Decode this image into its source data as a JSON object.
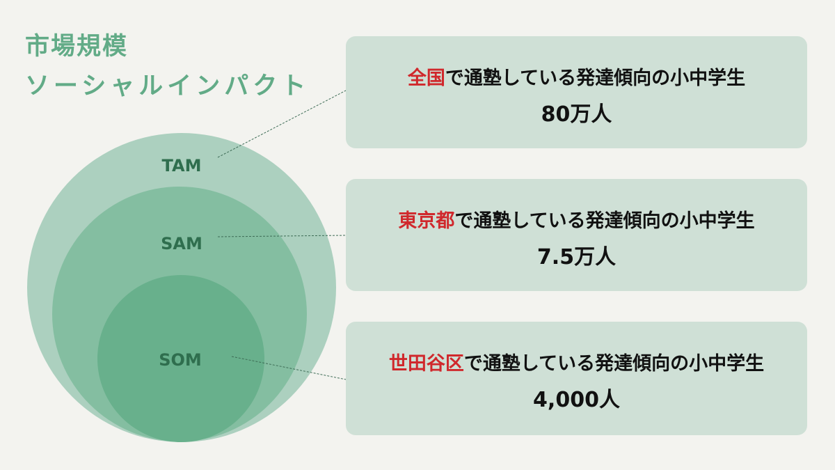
{
  "title": {
    "line1": "市場規模",
    "line2": "ソーシャルインパクト"
  },
  "circles": [
    {
      "label": "TAM",
      "color": "#acd0bf"
    },
    {
      "label": "SAM",
      "color": "#84bea1"
    },
    {
      "label": "SOM",
      "color": "#68b08c"
    }
  ],
  "boxes": [
    {
      "region": "全国",
      "text": "で通塾している発達傾向の小中学生",
      "value": "80万人"
    },
    {
      "region": "東京都",
      "text": "で通塾している発達傾向の小中学生",
      "value": "7.5万人"
    },
    {
      "region": "世田谷区",
      "text": "で通塾している発達傾向の小中学生",
      "value": "4,000人"
    }
  ],
  "colors": {
    "accent": "#62ab87",
    "highlight": "#d0282c",
    "box": "#cfe0d6"
  }
}
